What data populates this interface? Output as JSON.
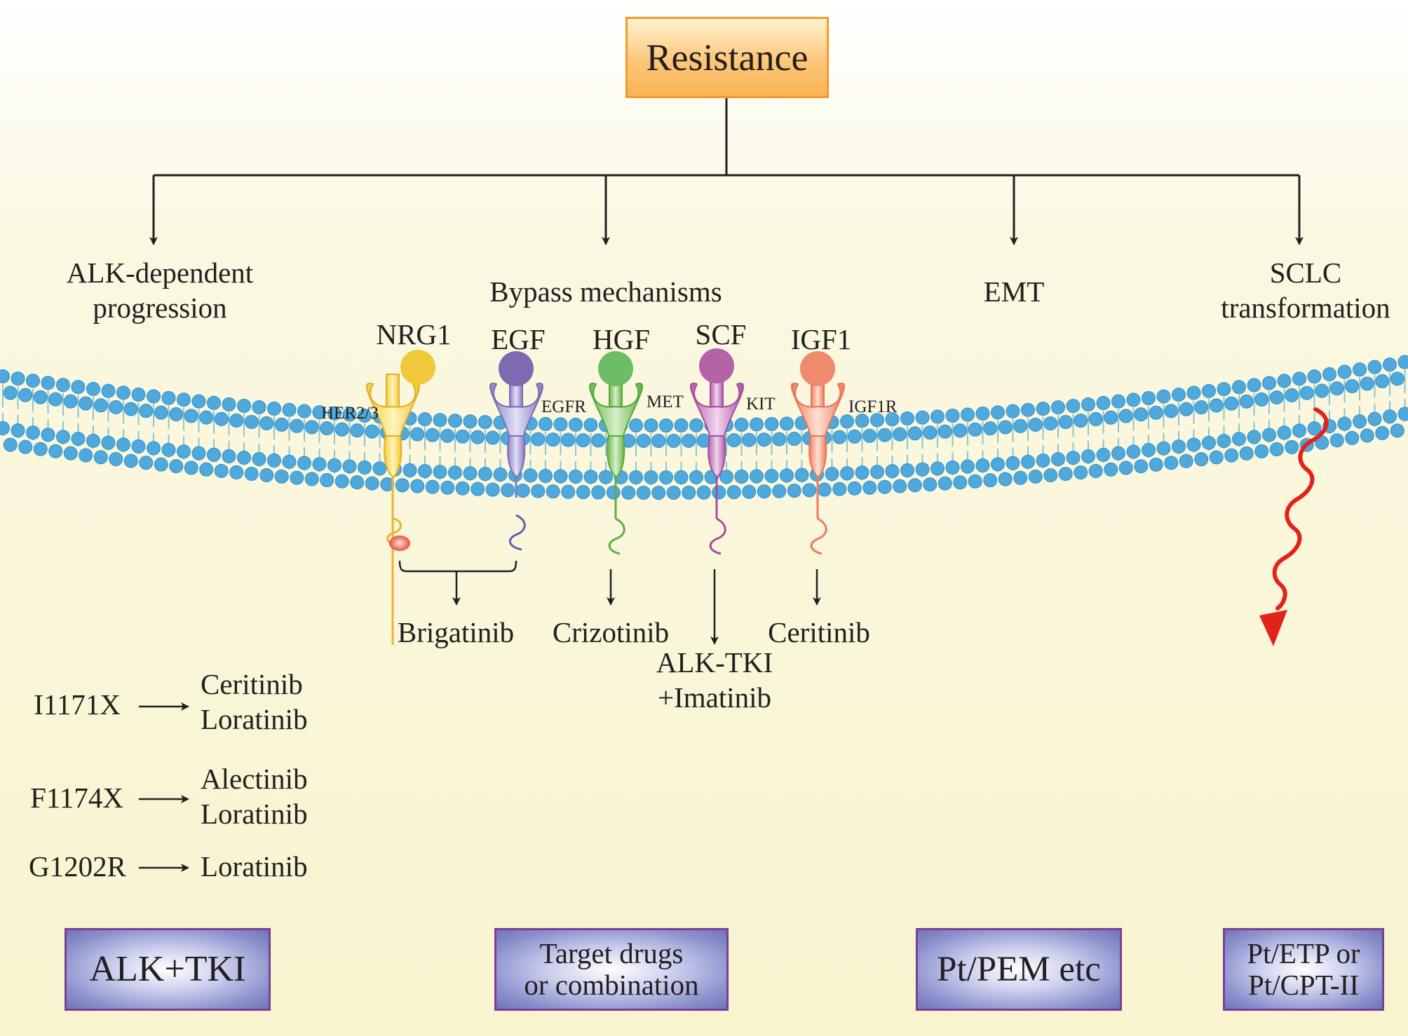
{
  "root": {
    "label": "Resistance"
  },
  "branches": [
    {
      "label_line1": "ALK-dependent",
      "label_line2": "progression"
    },
    {
      "label_line1": "Bypass mechanisms"
    },
    {
      "label_line1": "EMT"
    },
    {
      "label_line1": "SCLC",
      "label_line2": "transformation"
    }
  ],
  "ligands": [
    {
      "name": "NRG1",
      "receptor": "HER2/3",
      "color": "#f0c93a"
    },
    {
      "name": "EGF",
      "receptor": "EGFR",
      "color": "#7d6ab2"
    },
    {
      "name": "HGF",
      "receptor": "MET",
      "color": "#6cbd63"
    },
    {
      "name": "SCF",
      "receptor": "KIT",
      "color": "#b662a9"
    },
    {
      "name": "IGF1",
      "receptor": "IGF1R",
      "color": "#ef8a6c"
    }
  ],
  "bypass_drugs": [
    {
      "label_line1": "Brigatinib"
    },
    {
      "label_line1": "Crizotinib"
    },
    {
      "label_line1": "ALK-TKI",
      "label_line2": "+Imatinib"
    },
    {
      "label_line1": "Ceritinib"
    }
  ],
  "mutations": [
    {
      "mutation": "I1171X",
      "drugs_line1": "Ceritinib",
      "drugs_line2": "Loratinib"
    },
    {
      "mutation": "F1174X",
      "drugs_line1": "Alectinib",
      "drugs_line2": "Loratinib"
    },
    {
      "mutation": "G1202R",
      "drugs_line1": "Loratinib"
    }
  ],
  "treatments": [
    {
      "label_line1": "ALK+TKI"
    },
    {
      "label_line1": "Target drugs",
      "label_line2": "or combination"
    },
    {
      "label_line1": "Pt/PEM etc"
    },
    {
      "label_line1": "Pt/ETP or",
      "label_line2": "Pt/CPT-II"
    }
  ],
  "colors": {
    "membrane_head": "#4fa9dd",
    "membrane_tail": "#8fc4cd",
    "root_border": "#f39a2c",
    "treatment_border": "#7b3f96",
    "sclc_arrow": "#e32219",
    "phospho_dot": "#e8503e"
  }
}
